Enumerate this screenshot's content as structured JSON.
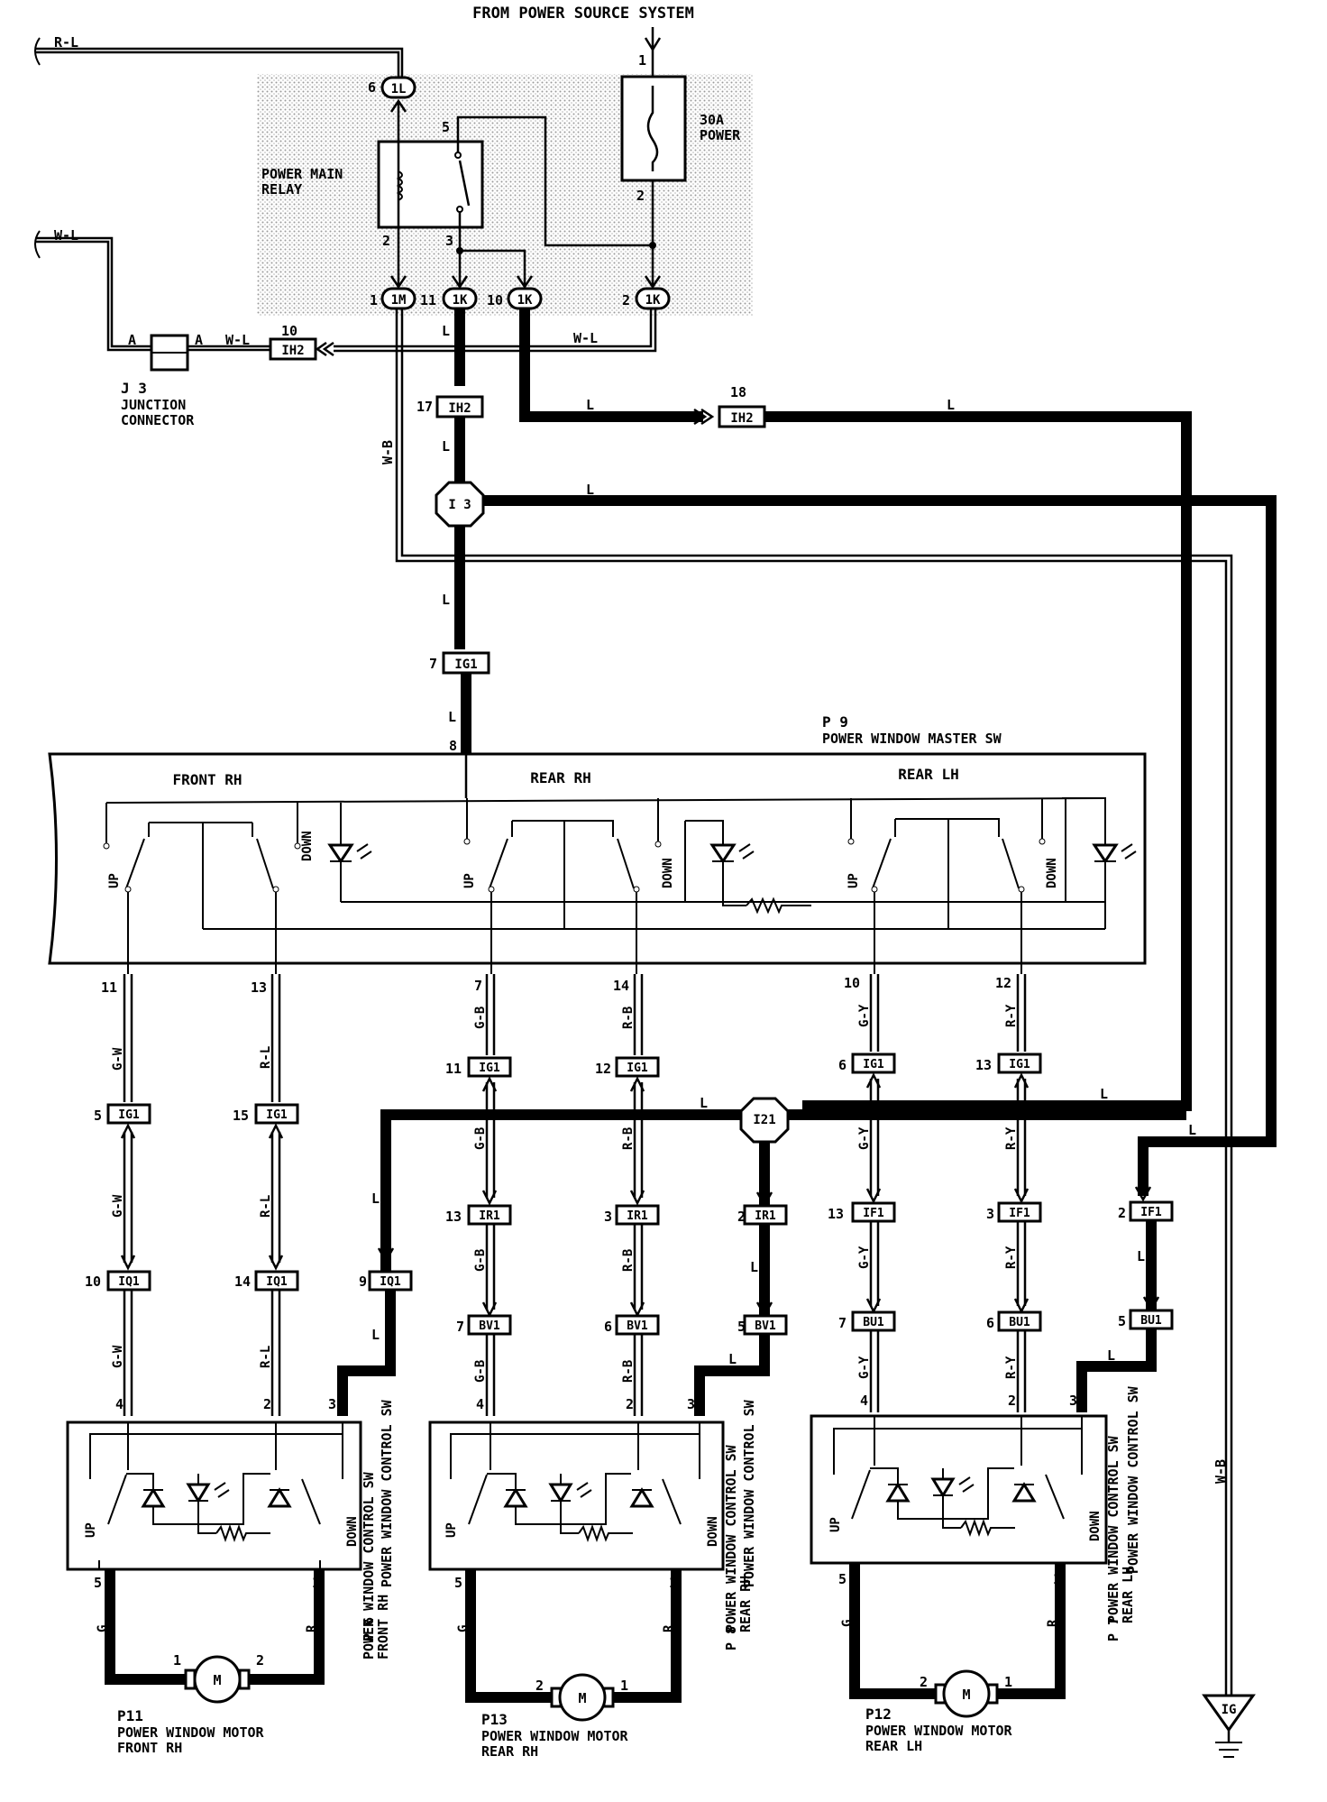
{
  "header": {
    "title": "FROM POWER SOURCE SYSTEM"
  },
  "relay_block": {
    "relay_label_1": "POWER MAIN",
    "relay_label_2": "RELAY",
    "fuse_label_1": "30A",
    "fuse_label_2": "POWER",
    "pins": {
      "p1": "1",
      "p2": "2",
      "p3": "3",
      "p5": "5",
      "p6": "6",
      "f1": "1",
      "f2": "2"
    },
    "connectors": {
      "c1L": "1L",
      "c1M": "1M",
      "c1K_a": "1K",
      "c1K_b": "1K",
      "c1K_c": "1K",
      "n1M": "1",
      "n11": "11",
      "n10": "10",
      "n2": "2",
      "n6": "6"
    }
  },
  "wires": {
    "rl": "R-L",
    "wl": "W-L",
    "wl2": "W-L",
    "wl3": "W-L",
    "a1": "A",
    "a2": "A",
    "wb": "W-B",
    "wb2": "W-B",
    "l": "L"
  },
  "junction": {
    "id": "J 3",
    "name_1": "JUNCTION",
    "name_2": "CONNECTOR"
  },
  "conn": {
    "ih2": "IH2",
    "ig1": "IG1",
    "ir1": "IR1",
    "if1": "IF1",
    "iq1": "IQ1",
    "bv1": "BV1",
    "bu1": "BU1",
    "i3": "I 3",
    "i21": "I21",
    "ig": "IG"
  },
  "nums": {
    "n10": "10",
    "n17": "17",
    "n18": "18",
    "n7": "7",
    "n8": "8",
    "n11": "11",
    "n13": "13",
    "n14": "14",
    "n12": "12",
    "n5": "5",
    "n15": "15",
    "n6": "6",
    "n9": "9",
    "n3": "3",
    "n2": "2",
    "n4": "4",
    "n1": "1"
  },
  "master": {
    "id": "P 9",
    "name": "POWER WINDOW MASTER SW",
    "front_rh": "FRONT RH",
    "rear_rh": "REAR RH",
    "rear_lh": "REAR LH",
    "up": "UP",
    "down": "DOWN"
  },
  "wire_colors": {
    "gw": "G-W",
    "rl": "R-L",
    "gb": "G-B",
    "rb": "R-B",
    "gy": "G-Y",
    "ry": "R-Y",
    "g": "G",
    "r": "R"
  },
  "controls": {
    "label": "POWER WINDOW CONTROL SW",
    "p6_id": "P 6",
    "p6_sub": "FRONT RH",
    "p8_id": "P 8",
    "p8_sub": "REAR RH",
    "p7_id": "P 7",
    "p7_sub": "REAR LH"
  },
  "motors": {
    "m": "M",
    "p11_id": "P11",
    "p11_name": "POWER WINDOW MOTOR",
    "p11_sub": "FRONT RH",
    "p13_id": "P13",
    "p13_name": "POWER WINDOW MOTOR",
    "p13_sub": "REAR RH",
    "p12_id": "P12",
    "p12_name": "POWER WINDOW MOTOR",
    "p12_sub": "REAR LH"
  }
}
